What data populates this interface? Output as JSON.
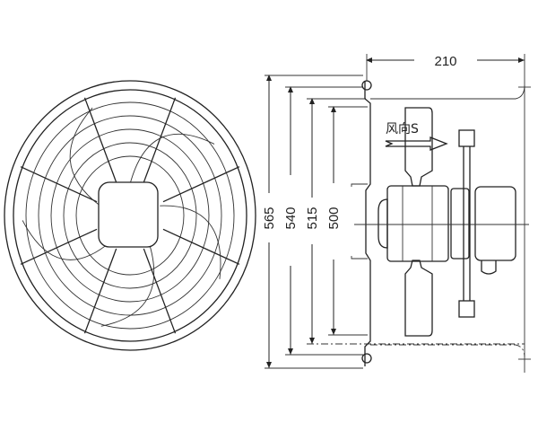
{
  "diagram": {
    "front_view": {
      "name": "fan-guard-front-view"
    },
    "side_view": {
      "dimensions": {
        "depth": "210",
        "outer_height": "565",
        "mount_height": "540",
        "guard_height": "515",
        "blade_diameter": "500"
      },
      "airflow_label": "风向S"
    }
  },
  "colors": {
    "line": "#222222",
    "background": "#ffffff"
  }
}
